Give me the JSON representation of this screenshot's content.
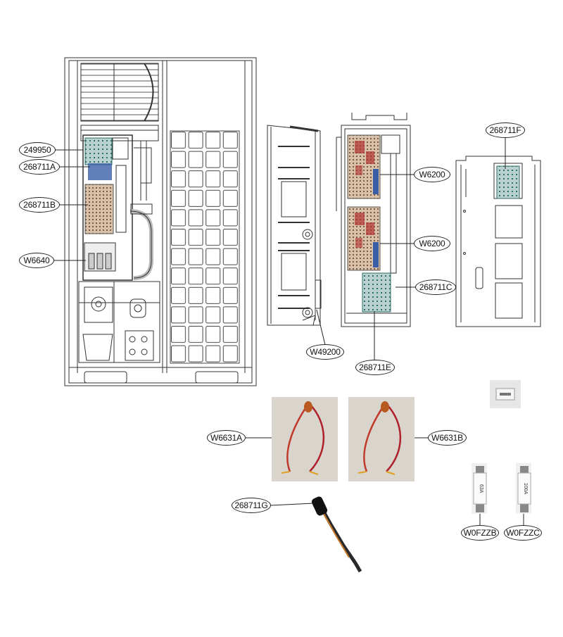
{
  "labels": {
    "c249950": "249950",
    "c268711A": "268711A",
    "c268711B": "268711B",
    "cW6640": "W6640",
    "cW6200a": "W6200",
    "cW6200b": "W6200",
    "c268711C": "268711C",
    "c268711F": "268711F",
    "cW49200": "W49200",
    "c268711E": "268711E",
    "cW6631A": "W6631A",
    "cW6631B": "W6631B",
    "c268711G": "268711G",
    "cW0FZZB": "W0FZZB",
    "cW0FZZC": "W0FZZC"
  },
  "fuse_ratings": {
    "b": "63A",
    "c": "100A"
  },
  "colors": {
    "line": "#333333",
    "pcb": "#6aa0a0",
    "board": "#c9a98f"
  }
}
